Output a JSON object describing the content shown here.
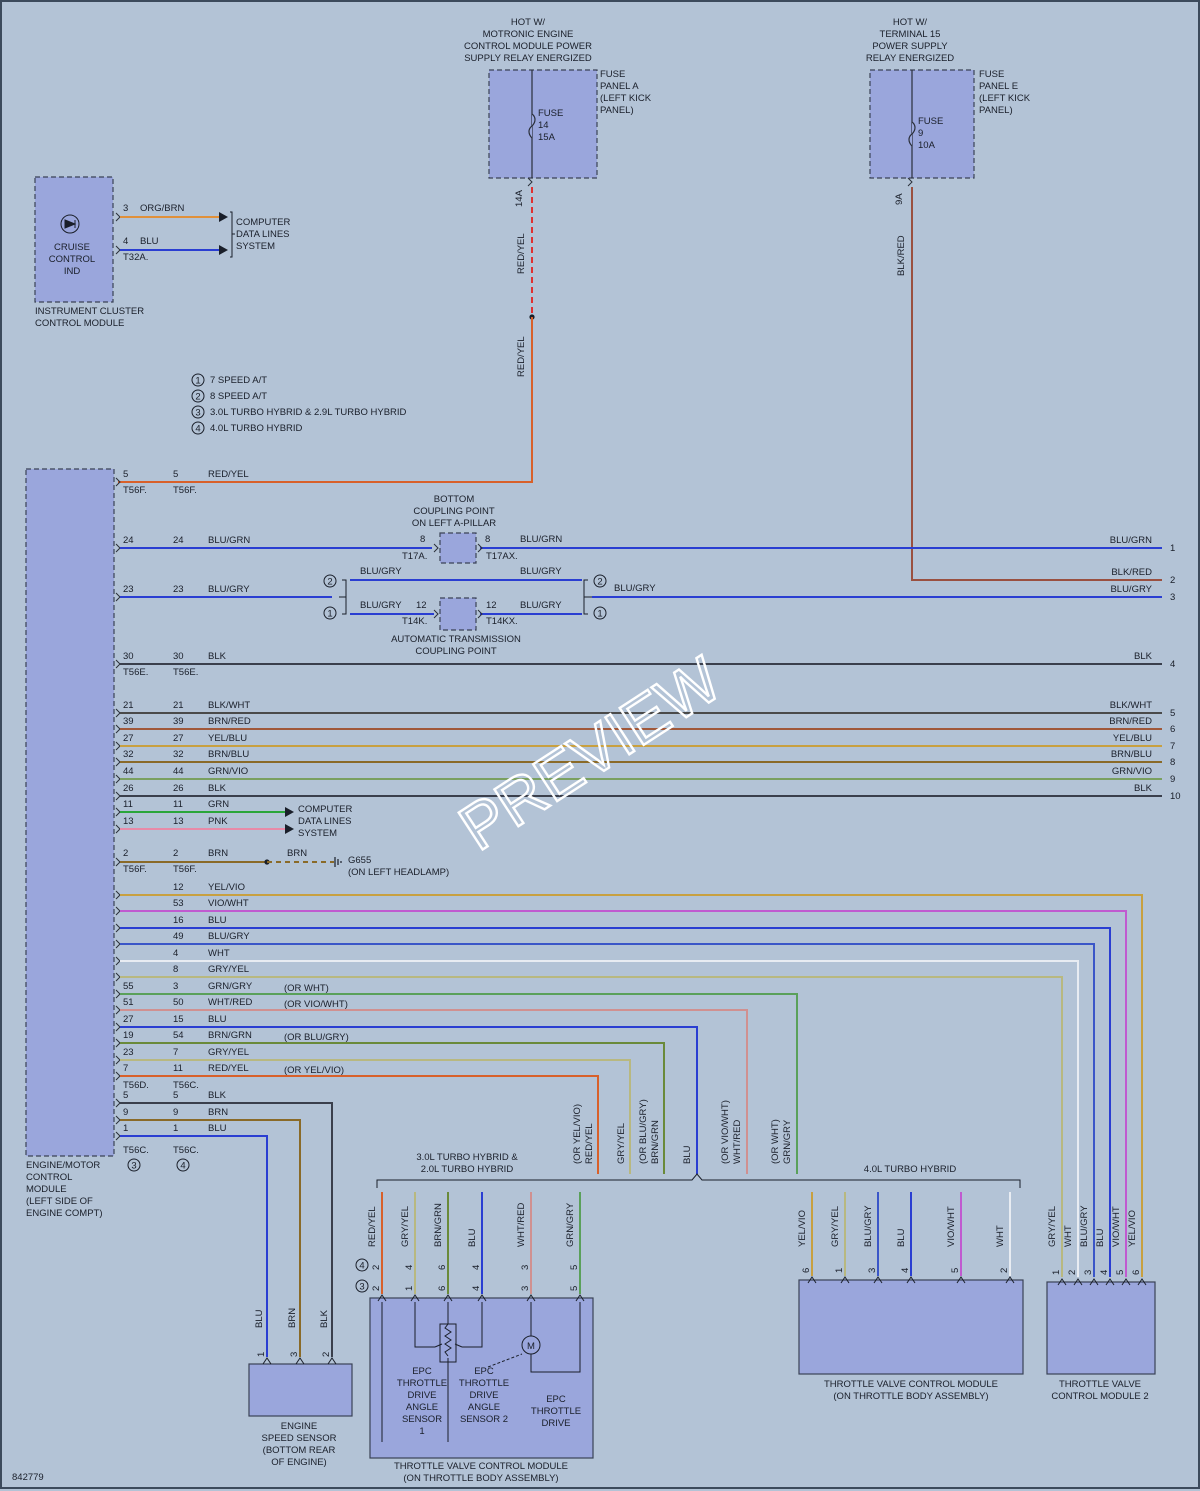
{
  "diagram_id": "842779",
  "watermark": "PREVIEW",
  "notes": [
    {
      "num": "1",
      "text": "7 SPEED A/T"
    },
    {
      "num": "2",
      "text": "8 SPEED A/T"
    },
    {
      "num": "3",
      "text": "3.0L TURBO HYBRID & 2.9L TURBO HYBRID"
    },
    {
      "num": "4",
      "text": "4.0L TURBO HYBRID"
    }
  ],
  "power": {
    "fuse_a": {
      "hot": [
        "HOT W/",
        "MOTRONIC ENGINE",
        "CONTROL MODULE POWER",
        "SUPPLY RELAY ENERGIZED"
      ],
      "panel": [
        "FUSE",
        "PANEL A",
        "(LEFT KICK",
        "PANEL)"
      ],
      "fuse": [
        "FUSE",
        "14",
        "15A"
      ],
      "pin": "14A",
      "wire": "RED/YEL"
    },
    "fuse_e": {
      "hot": [
        "HOT W/",
        "TERMINAL 15",
        "POWER SUPPLY",
        "RELAY ENERGIZED"
      ],
      "panel": [
        "FUSE",
        "PANEL E",
        "(LEFT KICK",
        "PANEL)"
      ],
      "fuse": [
        "FUSE",
        "9",
        "10A"
      ],
      "pin": "9A",
      "wire": "BLK/RED"
    }
  },
  "cluster": {
    "label": [
      "CRUISE",
      "CONTROL",
      "IND"
    ],
    "name": [
      "INSTRUMENT CLUSTER",
      "CONTROL MODULE"
    ],
    "connector": "T32A",
    "wires": [
      {
        "pin": "3",
        "color": "ORG/BRN"
      },
      {
        "pin": "4",
        "color": "BLU"
      }
    ],
    "dest": [
      "COMPUTER",
      "DATA LINES",
      "SYSTEM"
    ]
  },
  "ecm": {
    "name": [
      "ENGINE/MOTOR",
      "CONTROL",
      "MODULE",
      "(LEFT SIDE OF",
      "ENGINE COMPT)"
    ]
  },
  "coupling_bottom": {
    "label": [
      "BOTTOM",
      "COUPLING POINT",
      "ON LEFT A-PILLAR"
    ],
    "left": "T17A",
    "right": "T17AX",
    "pin": "8"
  },
  "coupling_trans": {
    "label": [
      "AUTOMATIC TRANSMISSION",
      "COUPLING POINT"
    ],
    "left": "T14K",
    "right": "T14KX",
    "pin": "12"
  },
  "right_wires": [
    {
      "pin": "5",
      "pin2": "5",
      "color": "RED/YEL",
      "conn": "T56F"
    },
    {
      "pin": "24",
      "pin2": "24",
      "color": "BLU/GRN",
      "end_label": "BLU/GRN",
      "end_num": "1"
    },
    {
      "end_label": "BLK/RED",
      "end_num": "2"
    },
    {
      "pin": "23",
      "pin2": "23",
      "color": "BLU/GRY",
      "end_label": "BLU/GRY",
      "end_num": "3"
    },
    {
      "pin": "30",
      "pin2": "30",
      "color": "BLK",
      "conn": "T56E",
      "end_label": "BLK",
      "end_num": "4"
    },
    {
      "pin": "21",
      "pin2": "21",
      "color": "BLK/WHT",
      "end_label": "BLK/WHT",
      "end_num": "5"
    },
    {
      "pin": "39",
      "pin2": "39",
      "color": "BRN/RED",
      "end_label": "BRN/RED",
      "end_num": "6"
    },
    {
      "pin": "27",
      "pin2": "27",
      "color": "YEL/BLU",
      "end_label": "YEL/BLU",
      "end_num": "7"
    },
    {
      "pin": "32",
      "pin2": "32",
      "color": "BRN/BLU",
      "end_label": "BRN/BLU",
      "end_num": "8"
    },
    {
      "pin": "44",
      "pin2": "44",
      "color": "GRN/VIO",
      "end_label": "GRN/VIO",
      "end_num": "9"
    },
    {
      "pin": "26",
      "pin2": "26",
      "color": "BLK",
      "end_label": "BLK",
      "end_num": "10"
    }
  ],
  "can_wires": [
    {
      "pin": "11",
      "pin2": "11",
      "color": "GRN"
    },
    {
      "pin": "13",
      "pin2": "13",
      "color": "PNK"
    }
  ],
  "can_dest": [
    "COMPUTER",
    "DATA LINES",
    "SYSTEM"
  ],
  "ground": {
    "pin": "2",
    "pin2": "2",
    "color": "BRN",
    "conn": "T56F",
    "name": "G655",
    "loc": "(ON LEFT HEADLAMP)"
  },
  "throttle_wires": [
    {
      "pin": "",
      "pin2": "12",
      "color": "YEL/VIO",
      "alt": ""
    },
    {
      "pin": "",
      "pin2": "53",
      "color": "VIO/WHT",
      "alt": ""
    },
    {
      "pin": "",
      "pin2": "16",
      "color": "BLU",
      "alt": ""
    },
    {
      "pin": "",
      "pin2": "49",
      "color": "BLU/GRY",
      "alt": ""
    },
    {
      "pin": "",
      "pin2": "4",
      "color": "WHT",
      "alt": ""
    },
    {
      "pin": "",
      "pin2": "8",
      "color": "GRY/YEL",
      "alt": ""
    },
    {
      "pin": "55",
      "pin2": "3",
      "color": "GRN/GRY",
      "alt": "(OR WHT)"
    },
    {
      "pin": "51",
      "pin2": "50",
      "color": "WHT/RED",
      "alt": "(OR VIO/WHT)"
    },
    {
      "pin": "27",
      "pin2": "15",
      "color": "BLU",
      "alt": ""
    },
    {
      "pin": "19",
      "pin2": "54",
      "color": "BRN/GRN",
      "alt": "(OR BLU/GRY)"
    },
    {
      "pin": "23",
      "pin2": "7",
      "color": "GRY/YEL",
      "alt": ""
    },
    {
      "pin": "7",
      "pin2": "11",
      "color": "RED/YEL",
      "alt": "(OR YEL/VIO)"
    }
  ],
  "throttle_conn": {
    "left": "T56D",
    "right": "T56C"
  },
  "speed_wires": [
    {
      "pin": "5",
      "pin2": "5",
      "color": "BLK"
    },
    {
      "pin": "9",
      "pin2": "9",
      "color": "BRN"
    },
    {
      "pin": "1",
      "pin2": "1",
      "color": "BLU"
    }
  ],
  "speed_conn": {
    "left": "T56C",
    "right": "T56C",
    "note_left": "3",
    "note_right": "4"
  },
  "vertical_labels": [
    {
      "text": "RED/YEL",
      "alt": "(OR YEL/VIO)"
    },
    {
      "text": "GRY/YEL",
      "alt": ""
    },
    {
      "text": "BRN/GRN",
      "alt": "(OR BLU/GRY)"
    },
    {
      "text": "BLU",
      "alt": ""
    },
    {
      "text": "WHT/RED",
      "alt": "(OR VIO/WHT)"
    },
    {
      "text": "GRN/GRY",
      "alt": "(OR WHT)"
    }
  ],
  "group_30": [
    "3.0L TURBO HYBRID &",
    "2.0L TURBO HYBRID"
  ],
  "group_40": "4.0L TURBO HYBRID",
  "tvcm_30": {
    "wires": [
      {
        "color": "RED/YEL",
        "p4": "2",
        "p3": "2"
      },
      {
        "color": "GRY/YEL",
        "p4": "4",
        "p3": "1"
      },
      {
        "color": "BRN/GRN",
        "p4": "6",
        "p3": "6"
      },
      {
        "color": "BLU",
        "p4": "4",
        "p3": "4"
      },
      {
        "color": "WHT/RED",
        "p4": "3",
        "p3": "3"
      },
      {
        "color": "GRN/GRY",
        "p4": "5",
        "p3": "5"
      }
    ],
    "sensor1": [
      "EPC",
      "THROTTLE",
      "DRIVE",
      "ANGLE",
      "SENSOR",
      "1"
    ],
    "sensor2": [
      "EPC",
      "THROTTLE",
      "DRIVE",
      "ANGLE",
      "SENSOR 2"
    ],
    "motor": "M",
    "drive": [
      "EPC",
      "THROTTLE",
      "DRIVE"
    ],
    "name": [
      "THROTTLE VALVE CONTROL MODULE",
      "(ON THROTTLE BODY ASSEMBLY)"
    ]
  },
  "tvcm_40": {
    "wires": [
      {
        "color": "YEL/VIO",
        "pin": "6"
      },
      {
        "color": "GRY/YEL",
        "pin": "1"
      },
      {
        "color": "BLU/GRY",
        "pin": "3"
      },
      {
        "color": "BLU",
        "pin": "4"
      },
      {
        "color": "VIO/WHT",
        "pin": "5"
      },
      {
        "color": "WHT",
        "pin": "2"
      }
    ],
    "name": [
      "THROTTLE VALVE CONTROL MODULE",
      "(ON THROTTLE BODY ASSEMBLY)"
    ]
  },
  "tvcm2": {
    "wires": [
      {
        "color": "GRY/YEL",
        "pin": "1"
      },
      {
        "color": "WHT",
        "pin": "2"
      },
      {
        "color": "BLU/GRY",
        "pin": "3"
      },
      {
        "color": "BLU",
        "pin": "4"
      },
      {
        "color": "VIO/WHT",
        "pin": "5"
      },
      {
        "color": "YEL/VIO",
        "pin": "6"
      }
    ],
    "name": [
      "THROTTLE VALVE",
      "CONTROL MODULE 2"
    ]
  },
  "speed_sensor": {
    "wires": [
      {
        "color": "BLU",
        "pin": "1"
      },
      {
        "color": "BRN",
        "pin": "3"
      },
      {
        "color": "BLK",
        "pin": "2"
      }
    ],
    "name": [
      "ENGINE",
      "SPEED SENSOR",
      "(BOTTOM REAR",
      "OF ENGINE)"
    ]
  },
  "wire_colors": {
    "RED/YEL": "#d8602a",
    "BLU": "#2a3ed2",
    "BLK": "#3a3f4c",
    "GRN": "#2aa63a",
    "PNK": "#e88aa8",
    "BRN": "#8a6a28",
    "ORG/BRN": "#e0903a",
    "YEL": "#c8a040",
    "VIO": "#c05ad0",
    "WHT": "#e0e6ee",
    "GRY": "#9aa0a8"
  }
}
